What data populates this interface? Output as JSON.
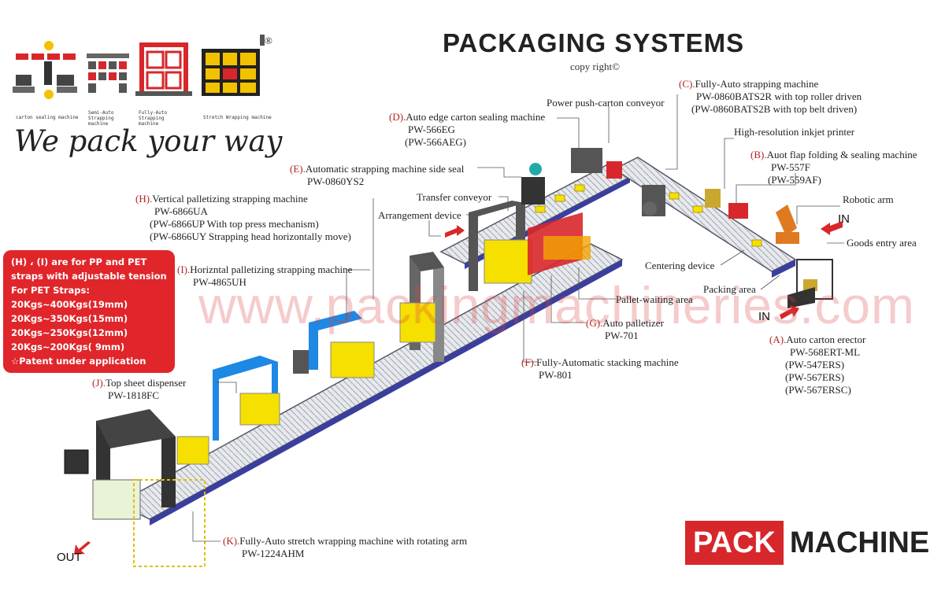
{
  "header": {
    "title": "PACKAGING SYSTEMS",
    "copyright": "copy right©",
    "slogan": "We pack your way",
    "registered_mark": "®"
  },
  "logo_captions": [
    "carton sealing machine",
    "Semi-Auto Strapping machine",
    "Fully-Auto Strapping machine",
    "Stretch Wrapping machine"
  ],
  "callout": {
    "lines": [
      "(H) ، (I) are for PP and PET",
      "straps with adjustable tension",
      "For PET Straps:",
      "20Kgs~400Kgs(19mm)",
      "20Kgs~350Kgs(15mm)",
      "20Kgs~250Kgs(12mm)",
      "20Kgs~200Kgs( 9mm)",
      "☆Patent under application"
    ]
  },
  "labels": {
    "A": {
      "key": "(A).",
      "lines": [
        "Auto carton erector",
        "PW-568ERT-ML",
        "(PW-547ERS)",
        "(PW-567ERS)",
        "(PW-567ERSC)"
      ]
    },
    "B": {
      "key": "(B).",
      "lines": [
        "Auot flap folding & sealing machine",
        "PW-557F",
        "(PW-559AF)"
      ]
    },
    "C": {
      "key": "(C).",
      "lines": [
        "Fully-Auto strapping machine",
        "PW-0860BATS2R with top roller driven",
        "(PW-0860BATS2B with top belt driven)"
      ]
    },
    "D": {
      "key": "(D).",
      "lines": [
        "Auto edge carton sealing machine",
        "PW-566EG",
        "(PW-566AEG)"
      ]
    },
    "E": {
      "key": "(E).",
      "lines": [
        "Automatic strapping machine side seal",
        "PW-0860YS2"
      ]
    },
    "F": {
      "key": "(F).",
      "lines": [
        "Fully-Automatic stacking machine",
        "PW-801"
      ]
    },
    "G": {
      "key": "(G).",
      "lines": [
        "Auto palletizer",
        "PW-701"
      ]
    },
    "H": {
      "key": "(H).",
      "lines": [
        "Vertical palletizing strapping machine",
        "PW-6866UA",
        "(PW-6866UP With top press mechanism)",
        "(PW-6866UY Strapping head horizontally move)"
      ]
    },
    "I": {
      "key": "(I).",
      "lines": [
        "Horizntal palletizing strapping machine",
        "PW-4865UH"
      ]
    },
    "J": {
      "key": "(J).",
      "lines": [
        "Top sheet dispenser",
        "PW-1818FC"
      ]
    },
    "K": {
      "key": "(K).",
      "lines": [
        "Fully-Auto stretch wrapping machine with rotating arm",
        "PW-1224AHM"
      ]
    }
  },
  "areas": {
    "power_push": "Power push-carton conveyor",
    "inkjet": "High-resolution inkjet printer",
    "robotic_arm": "Robotic arm",
    "goods_entry": "Goods entry area",
    "centering": "Centering device",
    "packing": "Packing area",
    "pallet_waiting": "Pallet-waiting area",
    "transfer": "Transfer conveyor",
    "arrangement": "Arrangement device"
  },
  "io": {
    "in_top": "IN",
    "in_bottom": "IN",
    "out": "OUT"
  },
  "watermark": "www.packingmachineries.com",
  "brand": {
    "pack": "PACK",
    "machine": "MACHINE"
  }
}
